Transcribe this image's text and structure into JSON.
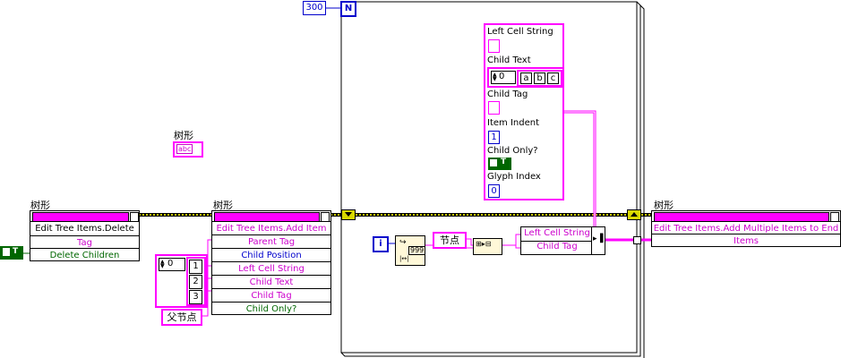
{
  "loop": {
    "count": "300",
    "count_terminal": "N",
    "iteration_terminal": "i"
  },
  "tree_label": "树形",
  "text_ring": "abc",
  "bool_const": "T",
  "int_const": "0",
  "nodes": {
    "delete": {
      "title": "Edit Tree Items.Delete",
      "rows": [
        "Tag",
        "Delete Children"
      ]
    },
    "add": {
      "title": "Edit Tree Items.Add Item",
      "rows": [
        "Parent Tag",
        "Child Position",
        "Left Cell String",
        "Child Text",
        "Child Tag",
        "Child Only?"
      ]
    },
    "add_multi": {
      "title": "Edit Tree Items.Add Multiple Items to End",
      "rows": [
        "Items"
      ]
    }
  },
  "array_const": {
    "index": "0",
    "values": [
      "1",
      "2",
      "3"
    ]
  },
  "parent_node_label": "父节点",
  "node_label": "节点",
  "cluster_const": {
    "fields": [
      {
        "label": "Left Cell String"
      },
      {
        "label": "Child Text",
        "index": "0",
        "values": [
          "a",
          "b",
          "c"
        ]
      },
      {
        "label": "Child Tag"
      },
      {
        "label": "Item Indent",
        "value": "1"
      },
      {
        "label": "Child Only?",
        "value": "T"
      },
      {
        "label": "Glyph Index",
        "value": "0"
      }
    ]
  },
  "bundle": {
    "rows": [
      "Left Cell String",
      "Child Tag"
    ]
  },
  "number_format": "999"
}
